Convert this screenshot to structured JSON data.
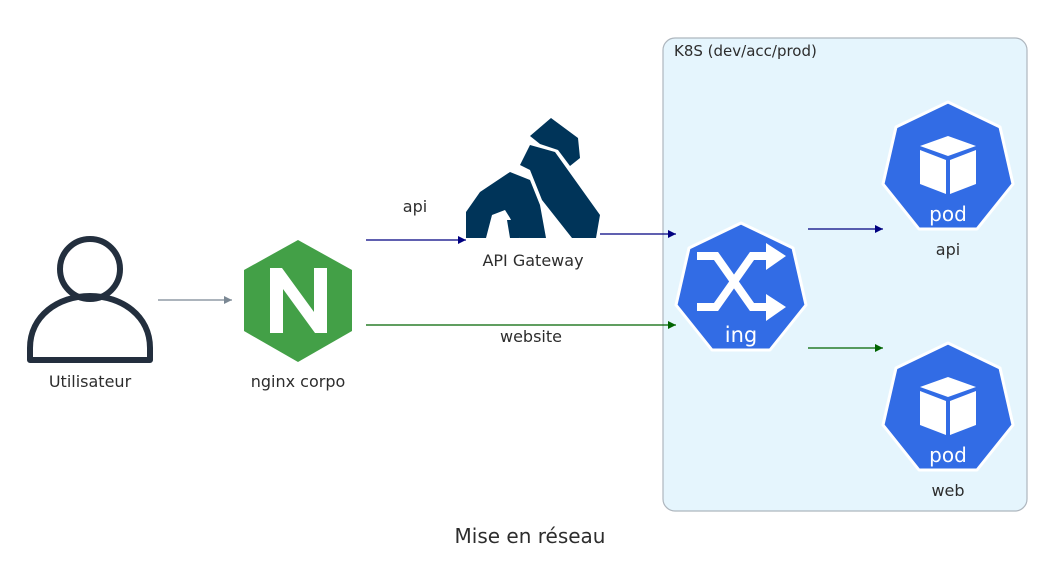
{
  "diagram": {
    "title": "Mise en réseau",
    "cluster": {
      "label": "K8S (dev/acc/prod)"
    },
    "nodes": {
      "user": {
        "label": "Utilisateur"
      },
      "nginx": {
        "label": "nginx corpo"
      },
      "gateway": {
        "label": "API Gateway"
      },
      "ingress": {
        "label": "",
        "badge": "ing"
      },
      "pod_api": {
        "label": "api",
        "badge": "pod"
      },
      "pod_web": {
        "label": "web",
        "badge": "pod"
      }
    },
    "edges": [
      {
        "from": "user",
        "to": "nginx",
        "label": ""
      },
      {
        "from": "nginx",
        "to": "gateway",
        "label": "api"
      },
      {
        "from": "nginx",
        "to": "ingress",
        "label": "website"
      },
      {
        "from": "gateway",
        "to": "ingress",
        "label": ""
      },
      {
        "from": "ingress",
        "to": "pod_api",
        "label": ""
      },
      {
        "from": "ingress",
        "to": "pod_web",
        "label": ""
      }
    ]
  },
  "colors": {
    "cluster_fill": "#e5f5fd",
    "cluster_stroke": "#aeb6be",
    "k8s_blue": "#326ce5",
    "nginx_green": "#43a047",
    "kong_navy": "#003459",
    "user_stroke": "#232f3e",
    "edge_grey": "#7b8894",
    "edge_navy": "#000080",
    "edge_green": "#006400"
  }
}
